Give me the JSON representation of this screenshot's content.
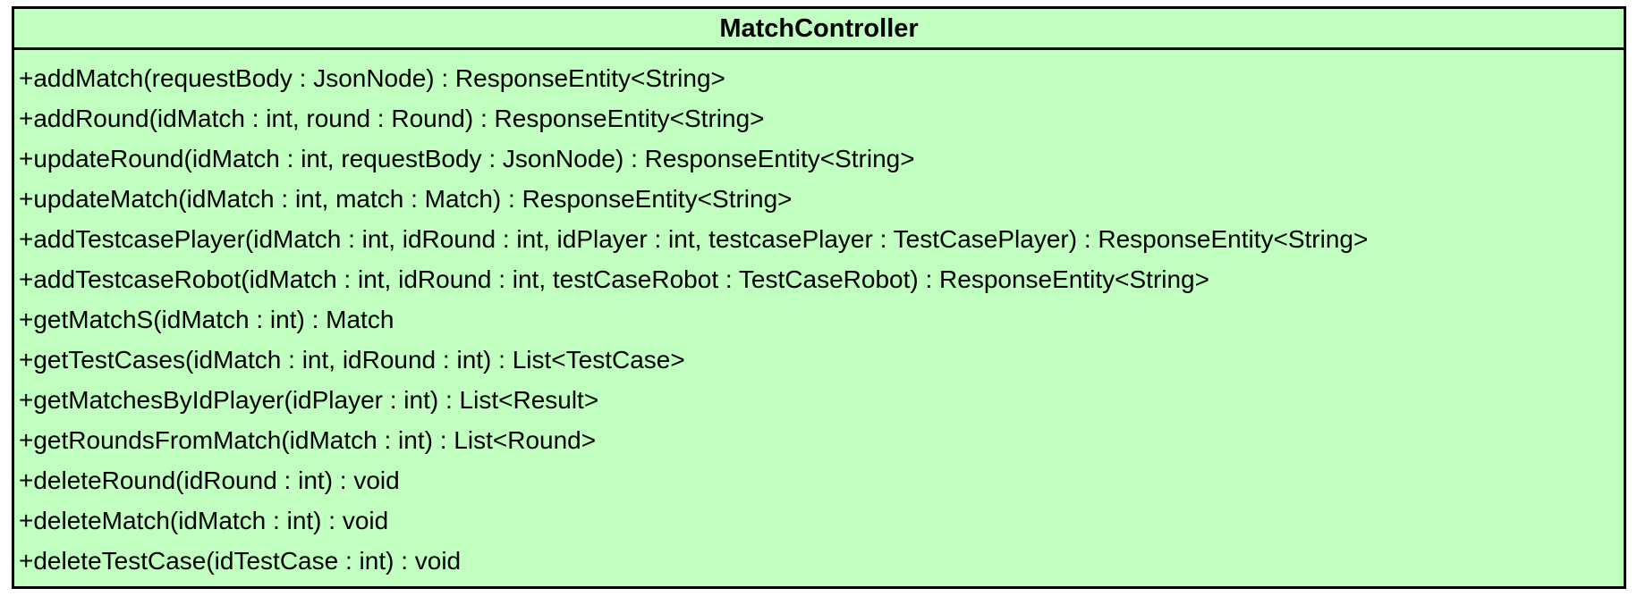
{
  "class": {
    "name": "MatchController",
    "operations": [
      "+addMatch(requestBody : JsonNode) : ResponseEntity<String>",
      "+addRound(idMatch : int, round : Round) : ResponseEntity<String>",
      "+updateRound(idMatch : int, requestBody : JsonNode) : ResponseEntity<String>",
      "+updateMatch(idMatch : int, match : Match) : ResponseEntity<String>",
      "+addTestcasePlayer(idMatch : int, idRound : int, idPlayer : int, testcasePlayer : TestCasePlayer) : ResponseEntity<String>",
      "+addTestcaseRobot(idMatch : int, idRound : int, testCaseRobot : TestCaseRobot) : ResponseEntity<String>",
      "+getMatchS(idMatch : int) : Match",
      "+getTestCases(idMatch : int, idRound : int) : List<TestCase>",
      "+getMatchesByIdPlayer(idPlayer : int) : List<Result>",
      "+getRoundsFromMatch(idMatch : int) : List<Round>",
      "+deleteRound(idRound : int) : void",
      "+deleteMatch(idMatch : int) : void",
      "+deleteTestCase(idTestCase : int) : void"
    ]
  },
  "colors": {
    "fill": "#c0ffc0",
    "border": "#000000",
    "text": "#000000"
  }
}
